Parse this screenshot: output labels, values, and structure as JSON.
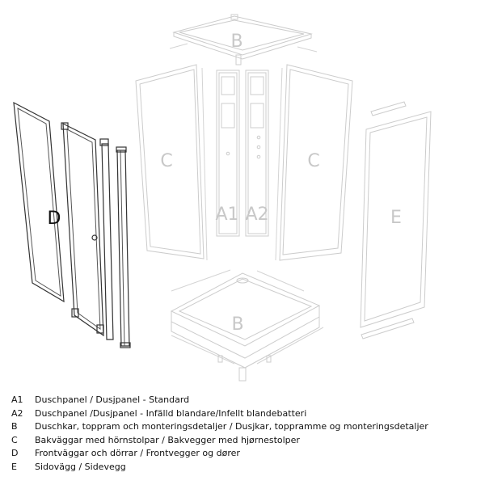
{
  "labels": {
    "b_top": "B",
    "c_left": "C",
    "c_right": "C",
    "a1": "A1",
    "a2": "A2",
    "d": "D",
    "e": "E",
    "b_bottom": "B"
  },
  "legend": [
    {
      "code": "A1",
      "text": "Duschpanel / Dusjpanel - Standard"
    },
    {
      "code": "A2",
      "text": "Duschpanel /Dusjpanel - Infälld blandare/Infellt blandebatteri"
    },
    {
      "code": "B",
      "text": "Duschkar, toppram och monteringsdetaljer / Dusjkar, toppramme og monteringsdetaljer"
    },
    {
      "code": "C",
      "text": "Bakväggar med hörnstolpar / Bakvegger med hjørnestolper"
    },
    {
      "code": "D",
      "text": "Frontväggar och dörrar / Frontvegger og dører"
    },
    {
      "code": "E",
      "text": "Sidovägg / Sidevegg"
    }
  ]
}
